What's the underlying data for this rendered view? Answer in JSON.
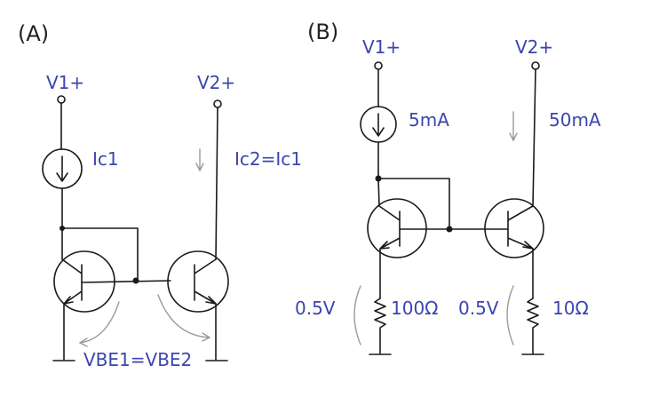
{
  "panel_a": {
    "title": "(A)",
    "v1_label": "V1+",
    "v2_label": "V2+",
    "source_label": "Ic1",
    "mirror_label": "Ic2=Ic1",
    "vbe_label": "VBE1=VBE2"
  },
  "panel_b": {
    "title": "(B)",
    "v1_label": "V1+",
    "v2_label": "V2+",
    "source_label": "5mA",
    "mirror_label": "50mA",
    "left_voltage": "0.5V",
    "left_resistor": "100Ω",
    "right_voltage": "0.5V",
    "right_resistor": "10Ω"
  },
  "colors": {
    "label": "#3b45b0",
    "wire": "#1a1a1a",
    "annotation": "#9a9a9a"
  }
}
